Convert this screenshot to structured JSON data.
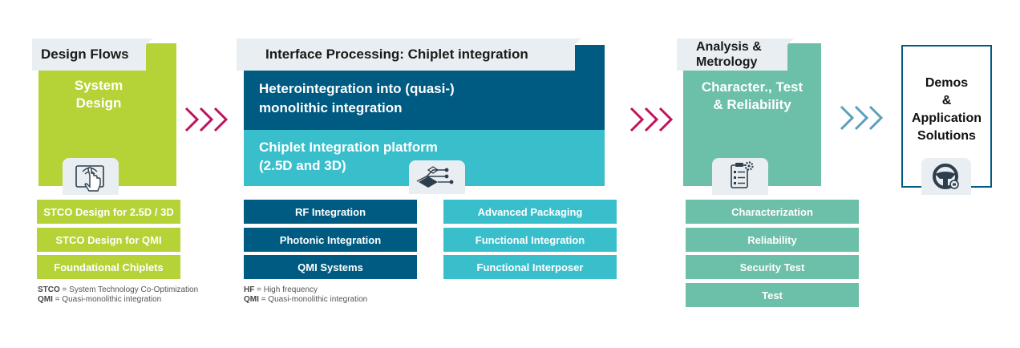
{
  "design": {
    "tab": "Design Flows",
    "title_line1": "System",
    "title_line2": "Design",
    "icon": "touch-screen-icon",
    "items": [
      "STCO Design for 2.5D / 3D",
      "STCO Design for QMI",
      "Foundational Chiplets"
    ],
    "notes": [
      {
        "abbr": "STCO",
        "text": " = System Technology Co-Optimization"
      },
      {
        "abbr": "QMI",
        "text": " = Quasi-monolithic integration"
      }
    ]
  },
  "interface": {
    "tab": "Interface Processing: Chiplet integration",
    "upper_line1": "Heterointegration into (quasi-)",
    "upper_line2": "monolithic integration",
    "lower_line1": "Chiplet Integration platform",
    "lower_line2": "(2.5D and 3D)",
    "icon": "chiplet-flow-icon",
    "items_left": [
      "RF Integration",
      "Photonic Integration",
      "QMI Systems"
    ],
    "items_right": [
      "Advanced Packaging",
      "Functional Integration",
      "Functional Interposer"
    ],
    "notes": [
      {
        "abbr": "HF",
        "text": " = High frequency"
      },
      {
        "abbr": "QMI",
        "text": " = Quasi-monolithic integration"
      }
    ]
  },
  "analysis": {
    "tab_line1": "Analysis &",
    "tab_line2": "Metrology",
    "title_line1": "Character., Test",
    "title_line2": "& Reliability",
    "icon": "checklist-gear-icon",
    "items": [
      "Characterization",
      "Reliability",
      "Security Test",
      "Test"
    ]
  },
  "demos": {
    "title_line1": "Demos",
    "title_line2": "&",
    "title_line3": "Application",
    "title_line4": "Solutions",
    "icon": "steering-wheel-icon"
  },
  "colors": {
    "green": "#b5d336",
    "dark_blue": "#005b82",
    "cyan": "#39bfcc",
    "teal": "#6cbfa8",
    "magenta_arrow": "#c0135d",
    "blue_arrow": "#5b9fbc"
  }
}
